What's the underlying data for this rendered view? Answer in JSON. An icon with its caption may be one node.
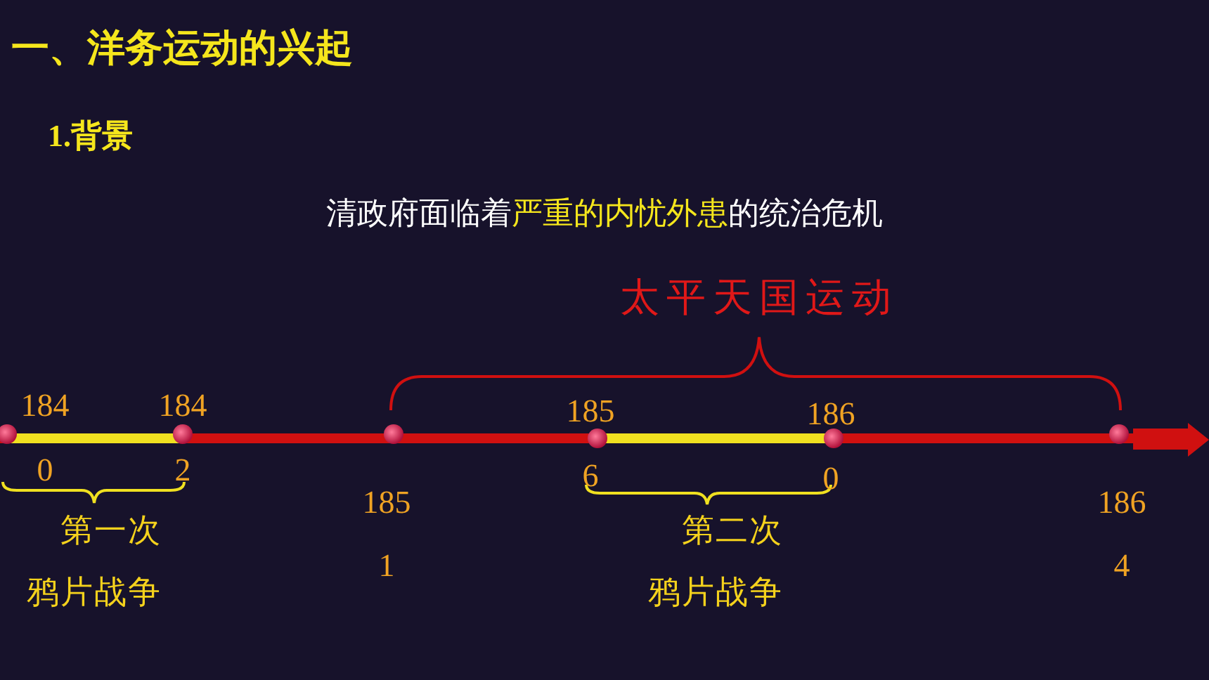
{
  "diagram": {
    "title": "一、洋务运动的兴起",
    "labels": [
      "1.背景",
      "清政府面临着**严重的内忧外患**的统治危机",
      "太平天国运动",
      "184 0",
      "184 2",
      "185 6",
      "186 0",
      "第一次鸦片战争",
      "185 1",
      "第二次鸦片战争",
      "186 4"
    ]
  }
}
